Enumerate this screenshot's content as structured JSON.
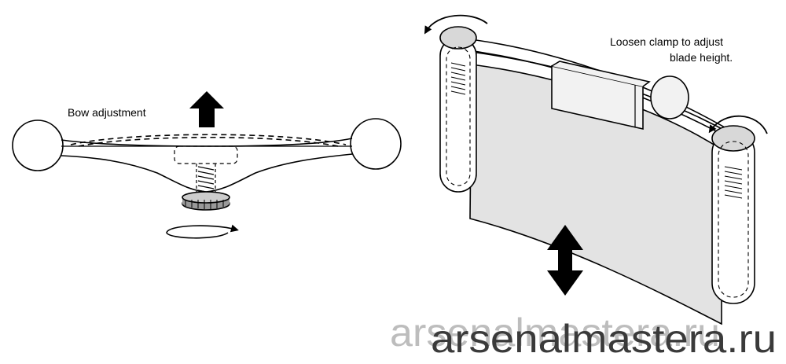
{
  "diagram": {
    "left_label": "Bow adjustment",
    "right_label_line1": "Loosen clamp to adjust",
    "right_label_line2": "blade height."
  },
  "watermark": {
    "text": "arsenalmastera.ru"
  },
  "colors": {
    "line": "#000000",
    "blade_fill": "#e3e3e3",
    "watermark_light": "#bdbdbd",
    "watermark_dark": "#3a3a3a"
  }
}
